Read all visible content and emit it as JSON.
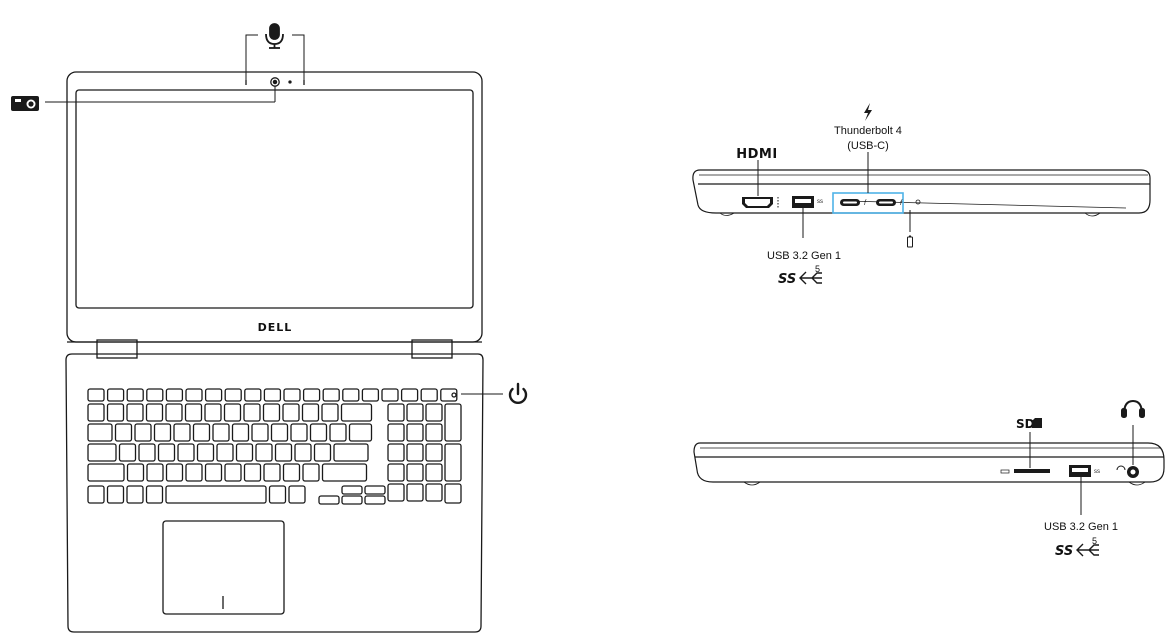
{
  "labels": {
    "thunderbolt_name": "Thunderbolt 4",
    "thunderbolt_sub": "(USB-C)",
    "usb_left": "USB 3.2 Gen 1",
    "usb_right": "USB 3.2 Gen 1",
    "usb_speed_left": "5",
    "usb_speed_right": "5",
    "hdmi_logo": "HDMI",
    "sd_logo": "SD",
    "bezel_brand": "DELL",
    "superspeed_left": "SS",
    "superspeed_right": "SS"
  },
  "icons": {
    "microphone": "microphone-icon",
    "camera": "camera-icon",
    "power": "power-icon",
    "thunderbolt": "thunderbolt-icon",
    "battery": "battery-icon",
    "headset": "headset-icon",
    "sd_card": "sd-card-icon"
  },
  "colors": {
    "line": "#1a1a1a",
    "port_highlight": "#4fb3e8",
    "background": "#ffffff"
  }
}
